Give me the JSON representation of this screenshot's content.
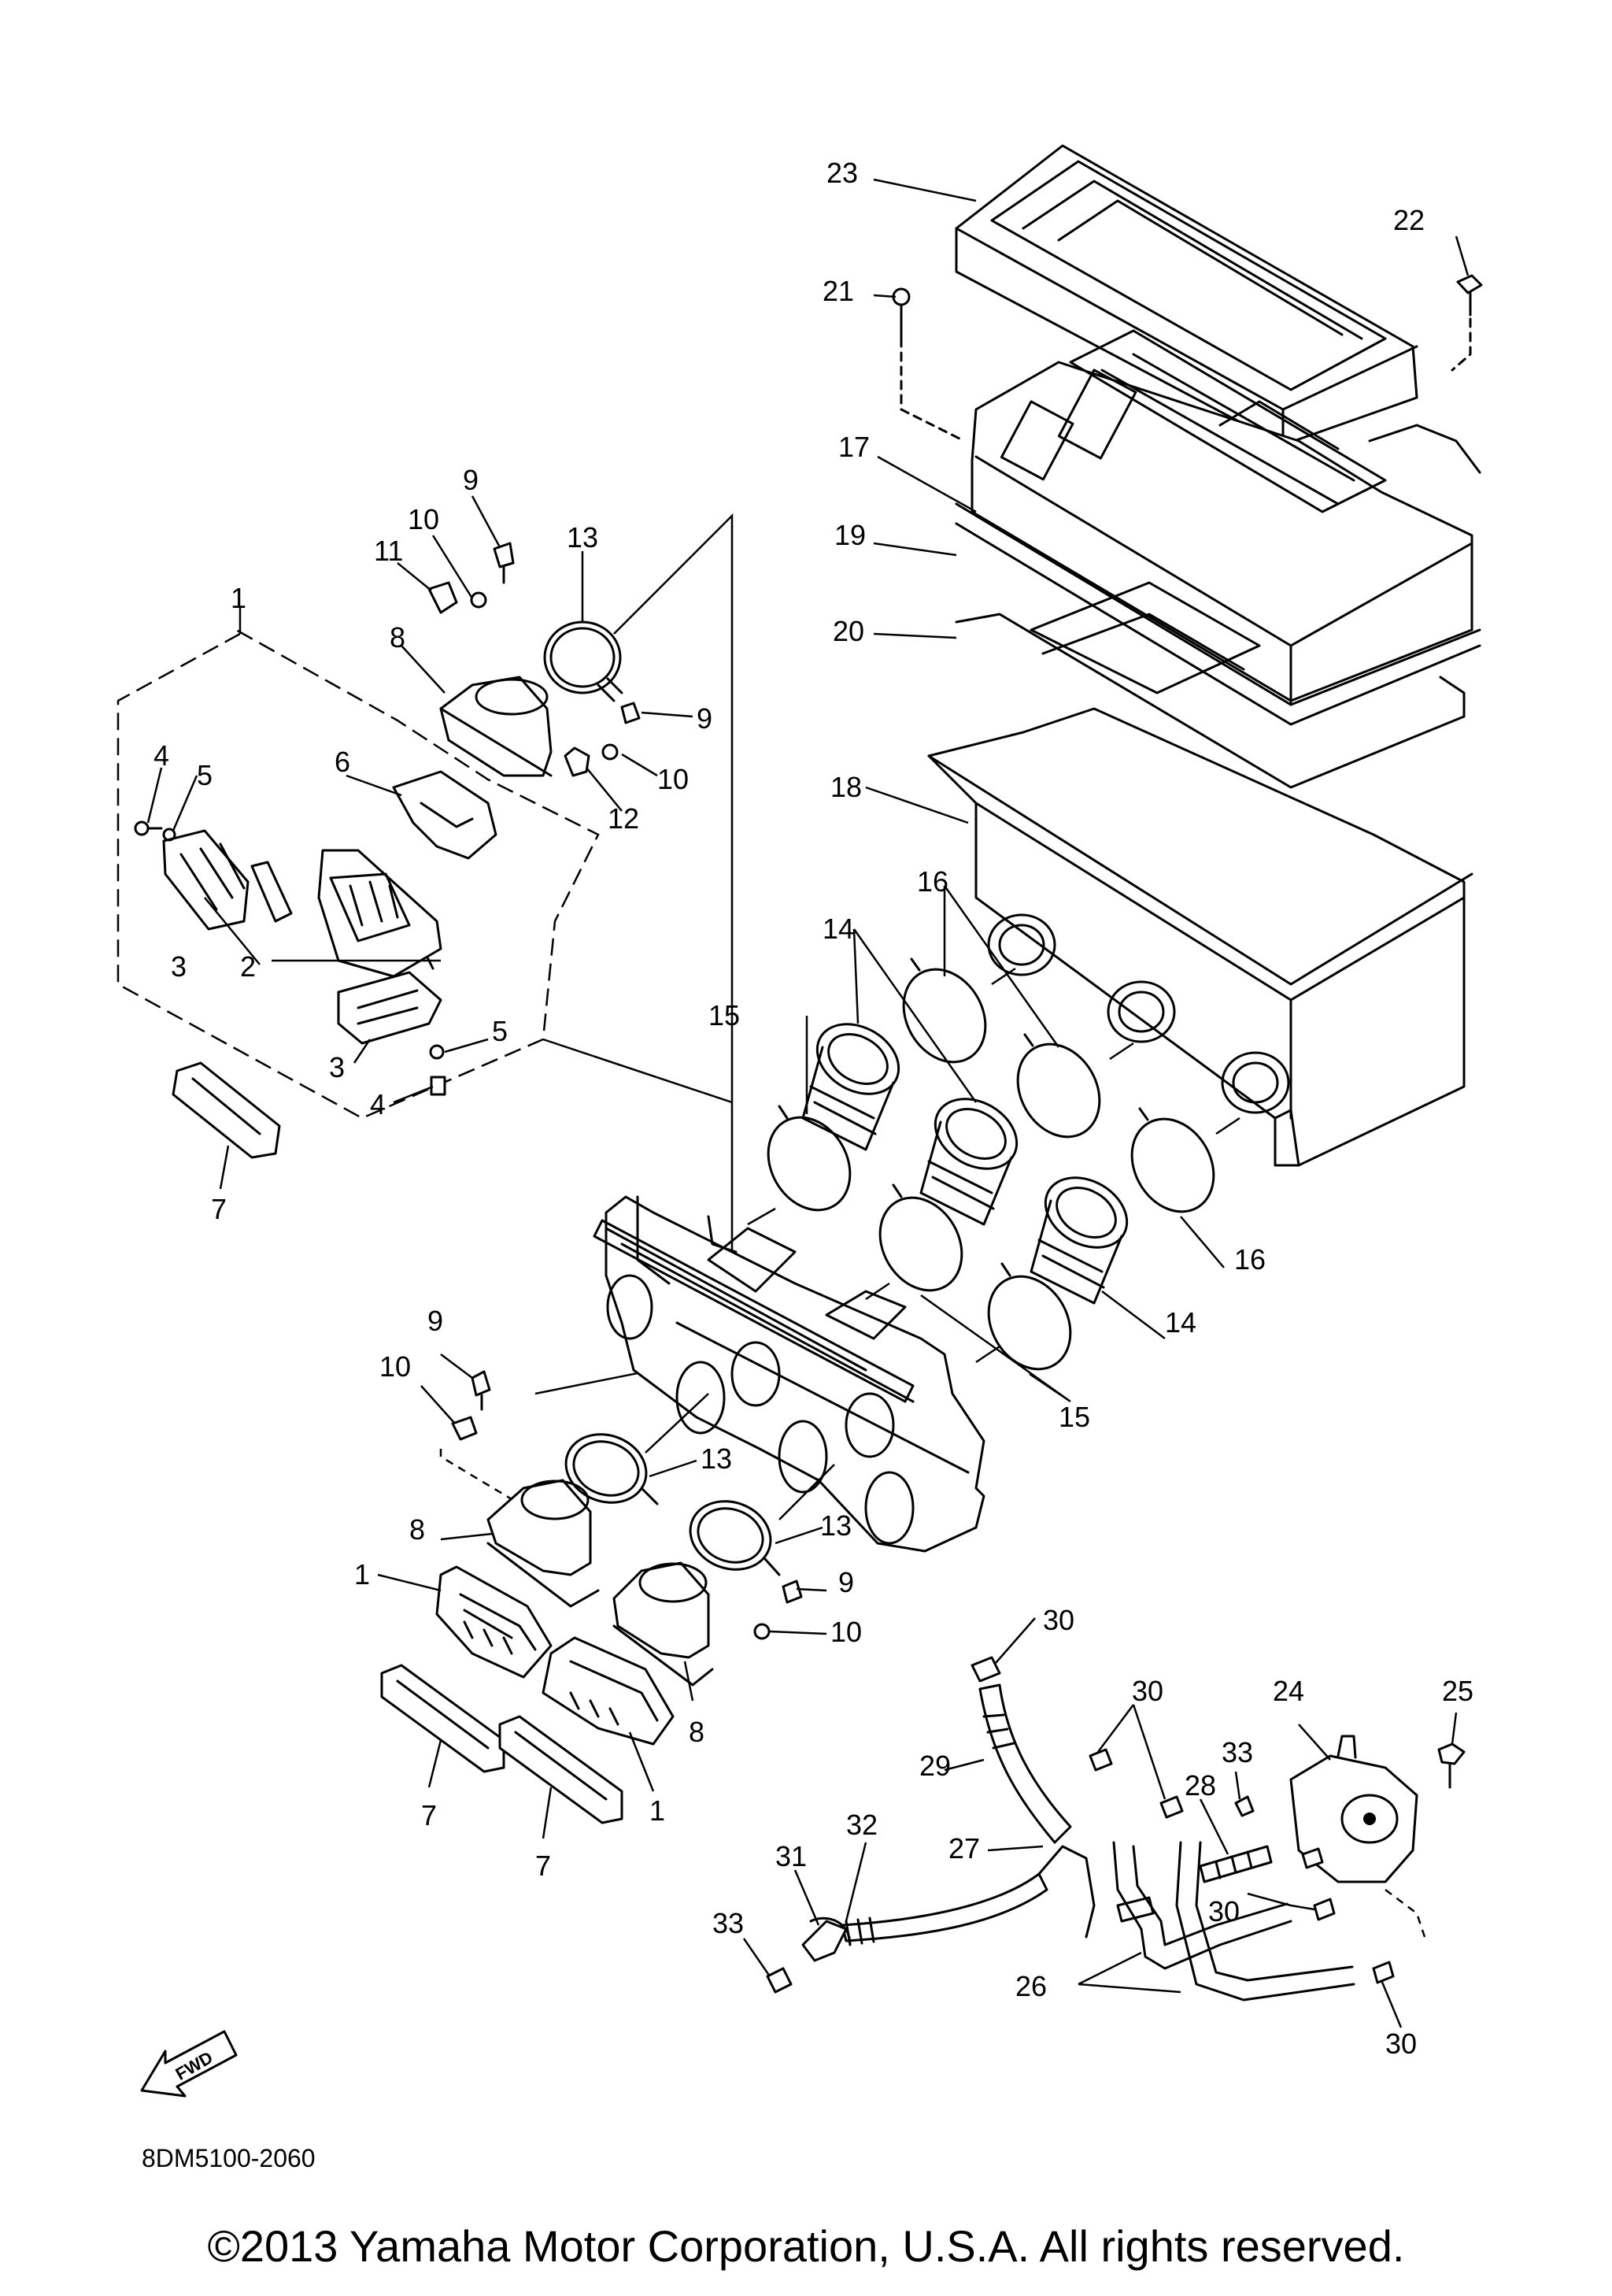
{
  "diagram": {
    "labels": {
      "p1a": "1",
      "p1b": "1",
      "p1c": "1",
      "p2": "2",
      "p3a": "3",
      "p3b": "3",
      "p4a": "4",
      "p4b": "4",
      "p5a": "5",
      "p5b": "5",
      "p6": "6",
      "p7a": "7",
      "p7b": "7",
      "p7c": "7",
      "p8a": "8",
      "p8b": "8",
      "p8c": "8",
      "p9a": "9",
      "p9b": "9",
      "p9c": "9",
      "p9d": "9",
      "p10a": "10",
      "p10b": "10",
      "p10c": "10",
      "p10d": "10",
      "p11": "11",
      "p12": "12",
      "p13a": "13",
      "p13b": "13",
      "p13c": "13",
      "p14a": "14",
      "p14b": "14",
      "p15a": "15",
      "p15b": "15",
      "p16a": "16",
      "p16b": "16",
      "p17": "17",
      "p18": "18",
      "p19": "19",
      "p20": "20",
      "p21": "21",
      "p22": "22",
      "p23": "23",
      "p24": "24",
      "p25": "25",
      "p26": "26",
      "p27": "27",
      "p28": "28",
      "p29": "29",
      "p30a": "30",
      "p30b": "30",
      "p30c": "30",
      "p30d": "30",
      "p31": "31",
      "p32": "32",
      "p33a": "33",
      "p33b": "33"
    },
    "fwd_label": "FWD",
    "drawing_code": "8DM5100-2060"
  },
  "footer": {
    "copyright": "©2013 Yamaha Motor Corporation, U.S.A. All rights reserved."
  }
}
